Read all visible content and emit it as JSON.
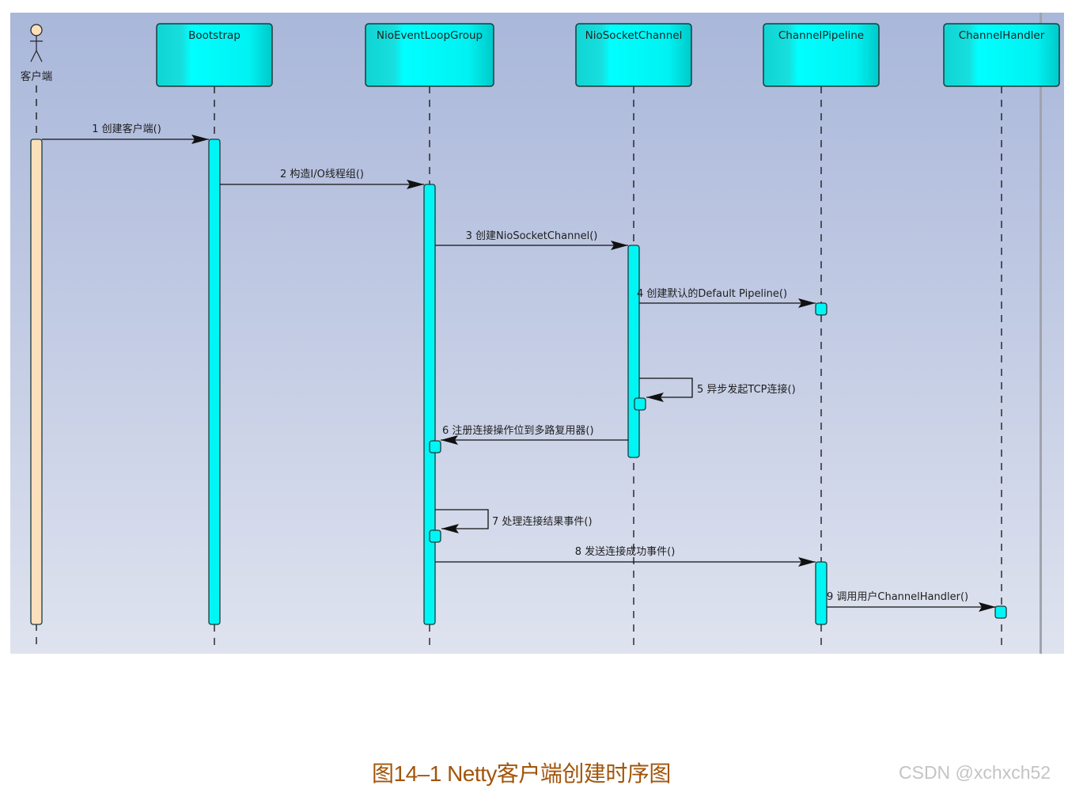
{
  "diagram": {
    "type": "sequence",
    "actor": {
      "label": "客户端"
    },
    "lifelines": [
      {
        "id": "client",
        "label": "客户端",
        "kind": "actor"
      },
      {
        "id": "bootstrap",
        "label": "Bootstrap",
        "kind": "object"
      },
      {
        "id": "eventloop",
        "label": "NioEventLoopGroup",
        "kind": "object"
      },
      {
        "id": "socketchannel",
        "label": "NioSocketChannel",
        "kind": "object"
      },
      {
        "id": "pipeline",
        "label": "ChannelPipeline",
        "kind": "object"
      },
      {
        "id": "handler",
        "label": "ChannelHandler",
        "kind": "object"
      }
    ],
    "messages": [
      {
        "n": 1,
        "from": "client",
        "to": "bootstrap",
        "label": "1 创建客户端()"
      },
      {
        "n": 2,
        "from": "bootstrap",
        "to": "eventloop",
        "label": "2 构造I/O线程组()"
      },
      {
        "n": 3,
        "from": "eventloop",
        "to": "socketchannel",
        "label": "3 创建NioSocketChannel()"
      },
      {
        "n": 4,
        "from": "socketchannel",
        "to": "pipeline",
        "label": "4 创建默认的Default Pipeline()"
      },
      {
        "n": 5,
        "from": "socketchannel",
        "to": "socketchannel",
        "label": "5 异步发起TCP连接()"
      },
      {
        "n": 6,
        "from": "socketchannel",
        "to": "eventloop",
        "label": "6 注册连接操作位到多路复用器()"
      },
      {
        "n": 7,
        "from": "eventloop",
        "to": "eventloop",
        "label": "7 处理连接结果事件()"
      },
      {
        "n": 8,
        "from": "eventloop",
        "to": "pipeline",
        "label": "8 发送连接成功事件()"
      },
      {
        "n": 9,
        "from": "pipeline",
        "to": "handler",
        "label": "9 调用用户ChannelHandler()"
      }
    ],
    "colors": {
      "object_fill": "#00f0f0",
      "activation_fill": "#00f5f5",
      "actor_activation_fill": "#fbe0bb",
      "line": "#111111"
    }
  },
  "caption": "图14–1 Netty客户端创建时序图",
  "watermark": "CSDN @xchxch52"
}
